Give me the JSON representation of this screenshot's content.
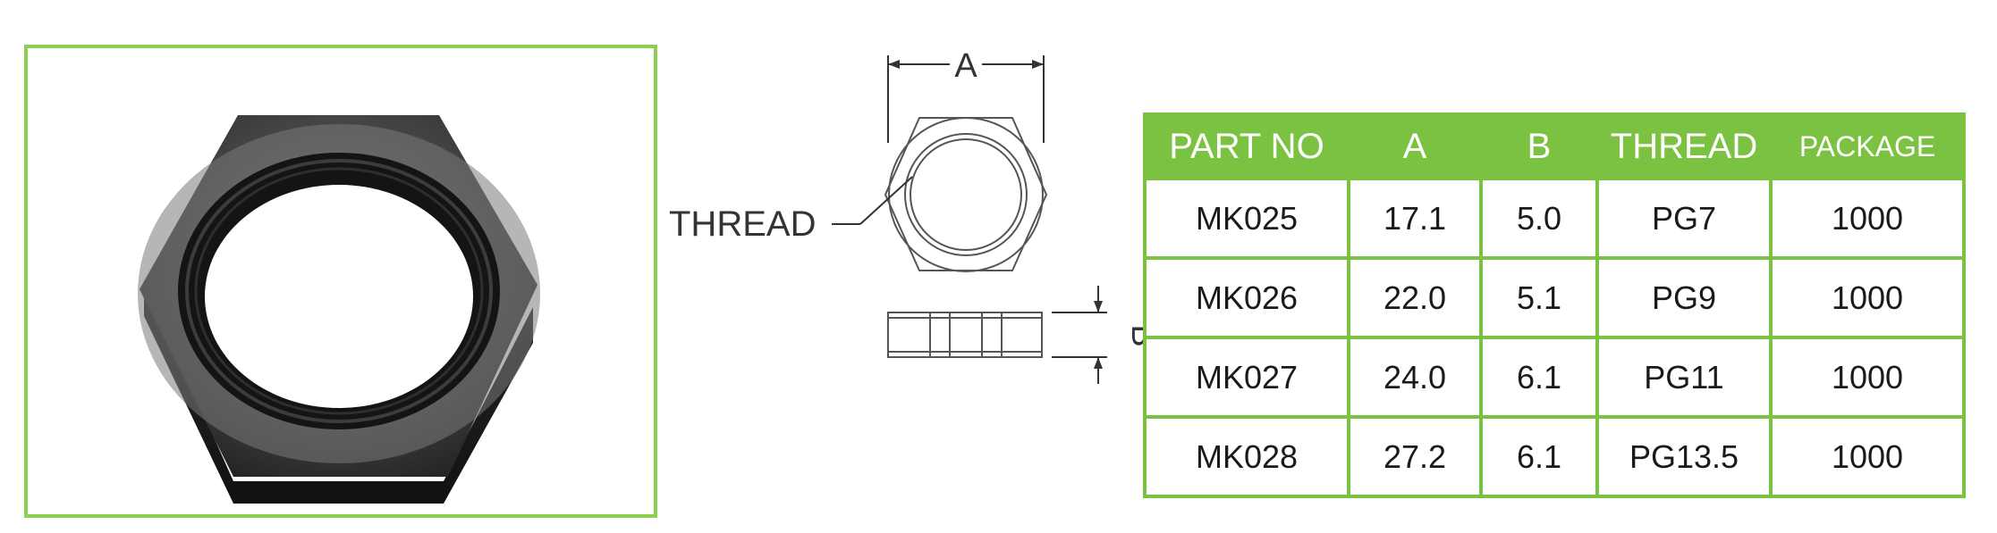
{
  "drawing": {
    "dimension_a_label": "A",
    "dimension_b_label": "B",
    "thread_callout": "THREAD"
  },
  "table": {
    "headers": [
      "PART NO",
      "A",
      "B",
      "THREAD",
      "PACKAGE"
    ],
    "rows": [
      [
        "MK025",
        "17.1",
        "5.0",
        "PG7",
        "1000"
      ],
      [
        "MK026",
        "22.0",
        "5.1",
        "PG9",
        "1000"
      ],
      [
        "MK027",
        "24.0",
        "6.1",
        "PG11",
        "1000"
      ],
      [
        "MK028",
        "27.2",
        "6.1",
        "PG13.5",
        "1000"
      ]
    ]
  },
  "colors": {
    "accent_green": "#7cc242",
    "frame_green": "#8dcf4f"
  }
}
